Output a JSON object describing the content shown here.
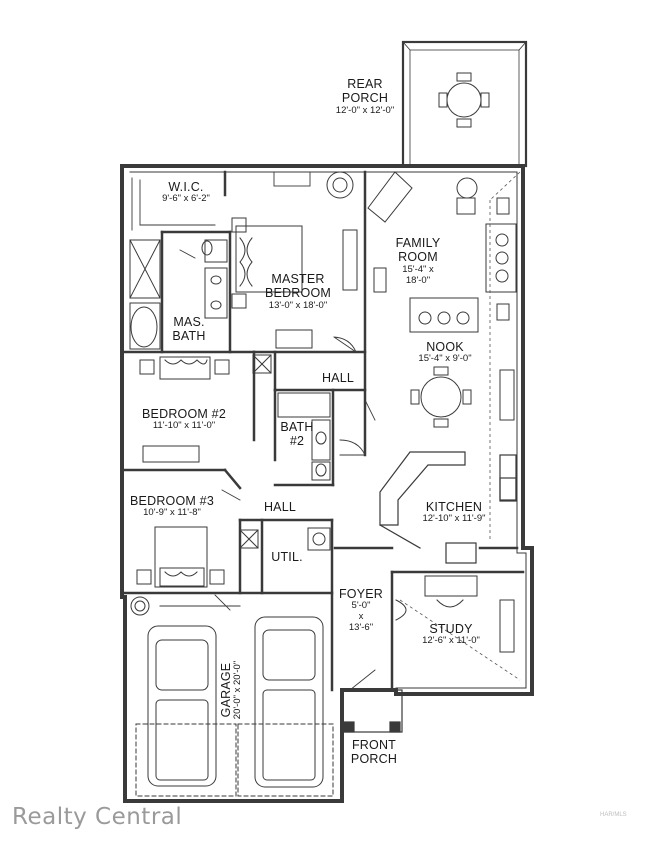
{
  "rooms": {
    "rear_porch": {
      "name_lines": [
        "REAR",
        "PORCH"
      ],
      "dims": "12'-0\" x 12'-0\""
    },
    "wic": {
      "name": "W.I.C.",
      "dims": "9'-6\" x 6'-2\""
    },
    "master_bedroom": {
      "name_lines": [
        "MASTER",
        "BEDROOM"
      ],
      "dims": "13'-0\" x 18'-0\""
    },
    "mas_bath": {
      "name_lines": [
        "MAS.",
        "BATH"
      ]
    },
    "family_room": {
      "name_lines": [
        "FAMILY",
        "ROOM"
      ],
      "dims_lines": [
        "15'-4\" x",
        "18'-0\""
      ]
    },
    "nook": {
      "name": "NOOK",
      "dims": "15'-4\" x 9'-0\""
    },
    "hall_upper": {
      "name": "HALL"
    },
    "bedroom2": {
      "name": "BEDROOM #2",
      "dims": "11'-10\" x 11'-0\""
    },
    "bath2": {
      "name_lines": [
        "BATH",
        "#2"
      ]
    },
    "bedroom3": {
      "name": "BEDROOM #3",
      "dims": "10'-9\" x 11'-8\""
    },
    "hall_lower": {
      "name": "HALL"
    },
    "kitchen": {
      "name": "KITCHEN",
      "dims": "12'-10\" x 11'-9\""
    },
    "util": {
      "name": "UTIL."
    },
    "foyer": {
      "name": "FOYER",
      "dims_lines": [
        "5'-0\"",
        "x",
        "13'-6\""
      ]
    },
    "study": {
      "name": "STUDY",
      "dims": "12'-6\" x 11'-0\""
    },
    "garage": {
      "name": "GARAGE",
      "dims": "20'-0\" x 20'-0\""
    },
    "front_porch": {
      "name_lines": [
        "FRONT",
        "PORCH"
      ]
    }
  },
  "watermark": "Realty Central",
  "credit": "HAR/MLS",
  "colors": {
    "wall": "#3a3a3a",
    "line": "#555555",
    "text": "#1a1a1a",
    "watermark": "#9a9a9a"
  }
}
